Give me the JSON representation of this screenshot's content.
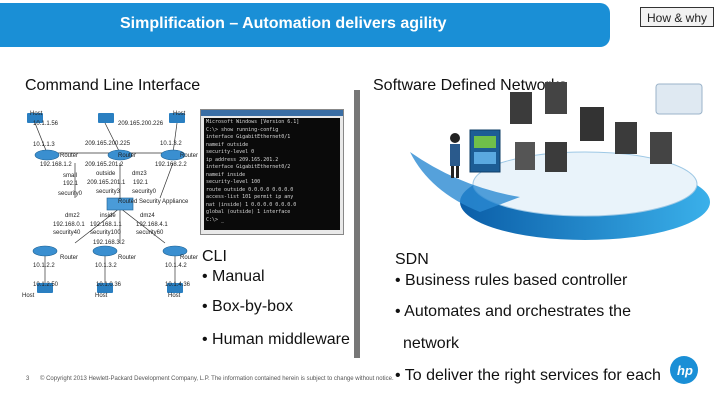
{
  "header": {
    "title": "Simplification – Automation delivers agility",
    "how_button": "How & why"
  },
  "left": {
    "heading": "Command Line Interface",
    "bullets": [
      "CLI",
      "• Manual",
      "• Box-by-box",
      "• Human middleware"
    ],
    "diagram_labels": [
      "Host",
      "10.1.1.56",
      "209.165.200.226",
      "Host",
      "10.1.1.3",
      "209.165.200.225",
      "10.1.3.2",
      "Router",
      "Router",
      "Router",
      "192.168.1.2",
      "209.165.201.2",
      "192.168.2.2",
      "small",
      "outside",
      "dmz3",
      "192.1",
      "209.165.201.1",
      "192.1",
      "security0",
      "security3",
      "security0",
      "Routed Security Appliance",
      "dmz2",
      "inside",
      "dmz4",
      "192.168.0.1",
      "192.168.1.1",
      "192.168.4.1",
      "security40",
      "security100",
      "security60",
      "192.168.3.2",
      "Router",
      "Router",
      "Router",
      "10.1.2.2",
      "10.1.3.2",
      "10.1.4.2",
      "10.1.2.50",
      "10.1.0.36",
      "10.1.4.36",
      "Host",
      "Host",
      "Host"
    ],
    "terminal_lines": [
      "Microsoft Windows [Version 6.1]",
      "C:\\> show running-config",
      "interface GigabitEthernet0/1",
      "  nameif outside",
      "  security-level 0",
      "  ip address 209.165.201.2",
      "interface GigabitEthernet0/2",
      "  nameif inside",
      "  security-level 100",
      "route outside 0.0.0.0 0.0.0.0",
      "access-list 101 permit ip any",
      "nat (inside) 1 0.0.0.0 0.0.0.0",
      "global (outside) 1 interface",
      "C:\\> _"
    ]
  },
  "right": {
    "heading": "Software Defined Networks",
    "bullets": [
      "SDN",
      "• Business rules based controller",
      "• Automates and orchestrates the",
      "network",
      "• To deliver the right services for each"
    ]
  },
  "footer": {
    "page_number": "3",
    "copyright": "© Copyright 2013 Hewlett-Packard Development Company, L.P.  The information contained herein is subject to change without notice."
  },
  "colors": {
    "accent": "#1a8fd6",
    "terminal_bg": "#0a0a0a",
    "terminal_text": "#d8d8d8"
  }
}
